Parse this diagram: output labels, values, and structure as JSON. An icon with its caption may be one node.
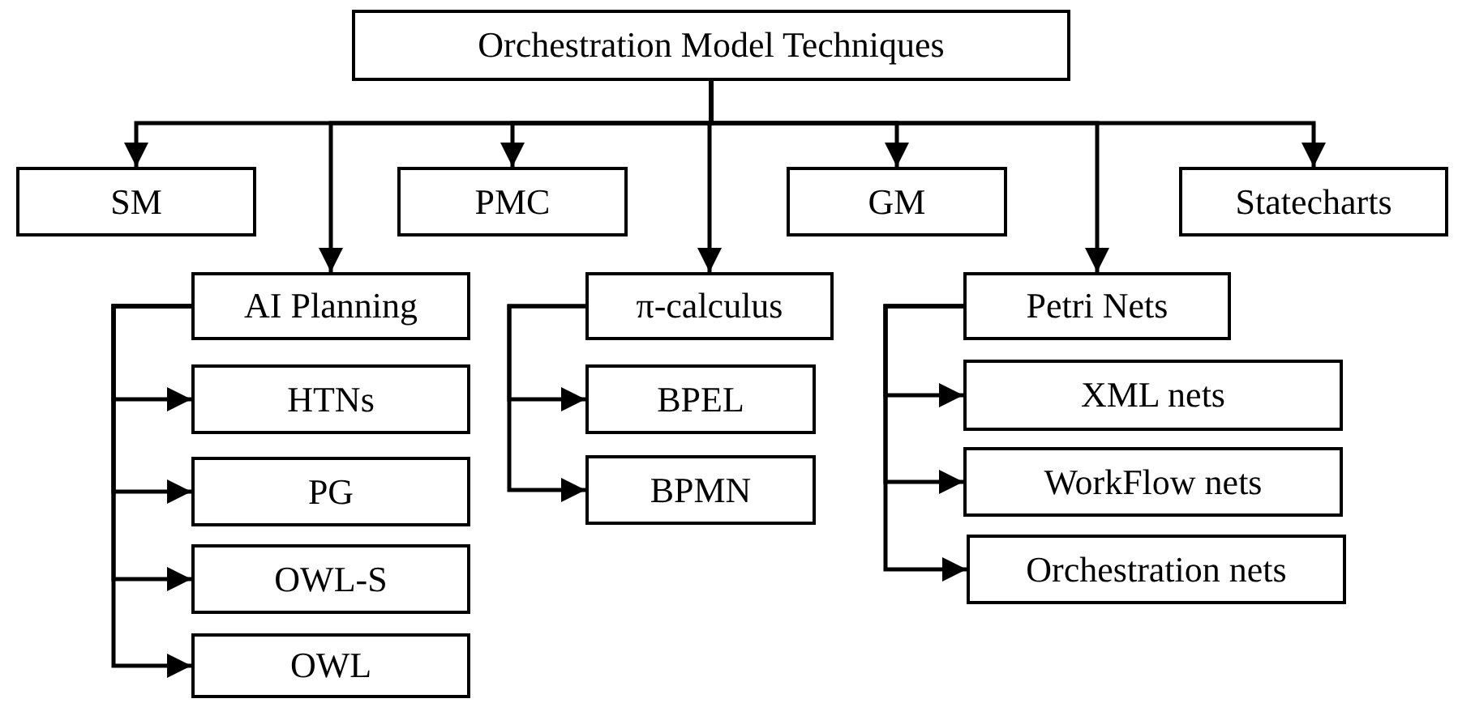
{
  "diagram": {
    "nodes": [
      {
        "text": [
          "Orchestration Model Techniques"
        ]
      },
      {
        "text": [
          "SM"
        ]
      },
      {
        "text": [
          "AI Planning"
        ]
      },
      {
        "text": [
          "PMC"
        ]
      },
      {
        "text": [
          "π-calculus"
        ]
      },
      {
        "text": [
          "GM"
        ]
      },
      {
        "text": [
          "Petri Nets"
        ]
      },
      {
        "text": [
          "Statecharts"
        ]
      },
      {
        "text": [
          "HTNs"
        ]
      },
      {
        "text": [
          "PG"
        ]
      },
      {
        "text": [
          "OWL-S"
        ]
      },
      {
        "text": [
          "OWL"
        ]
      },
      {
        "text": [
          "BPEL"
        ]
      },
      {
        "text": [
          "BPMN"
        ]
      },
      {
        "text": [
          "XML nets"
        ]
      },
      {
        "text": [
          "WorkFlow nets"
        ]
      },
      {
        "text": [
          "Orchestration nets"
        ]
      }
    ],
    "edges": [
      {
        "from": 0,
        "to": 1,
        "arrow": "to"
      },
      {
        "from": 0,
        "to": 2,
        "arrow": "to"
      },
      {
        "from": 0,
        "to": 3,
        "arrow": "to"
      },
      {
        "from": 0,
        "to": 4,
        "arrow": "to"
      },
      {
        "from": 0,
        "to": 5,
        "arrow": "to"
      },
      {
        "from": 0,
        "to": 6,
        "arrow": "to"
      },
      {
        "from": 0,
        "to": 7,
        "arrow": "to"
      },
      {
        "from": 2,
        "to": 8,
        "arrow": "to"
      },
      {
        "from": 2,
        "to": 9,
        "arrow": "to"
      },
      {
        "from": 2,
        "to": 10,
        "arrow": "to"
      },
      {
        "from": 2,
        "to": 11,
        "arrow": "to"
      },
      {
        "from": 4,
        "to": 12,
        "arrow": "to"
      },
      {
        "from": 4,
        "to": 13,
        "arrow": "to"
      },
      {
        "from": 6,
        "to": 14,
        "arrow": "to"
      },
      {
        "from": 6,
        "to": 15,
        "arrow": "to"
      },
      {
        "from": 6,
        "to": 16,
        "arrow": "to"
      }
    ]
  }
}
